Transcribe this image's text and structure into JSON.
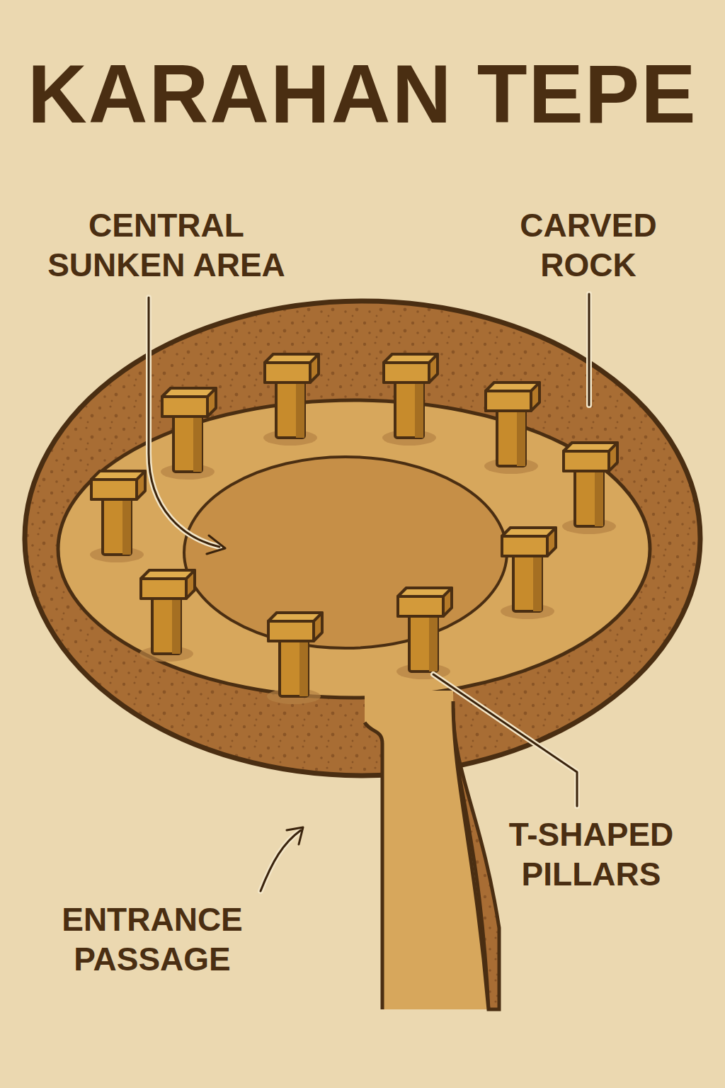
{
  "diagram": {
    "title": "KARAHAN TEPE",
    "labels": [
      "CENTRAL SUNKEN AREA",
      "CARVED ROCK",
      "T-SHAPED PILLARS",
      "ENTRANCE PASSAGE"
    ]
  }
}
